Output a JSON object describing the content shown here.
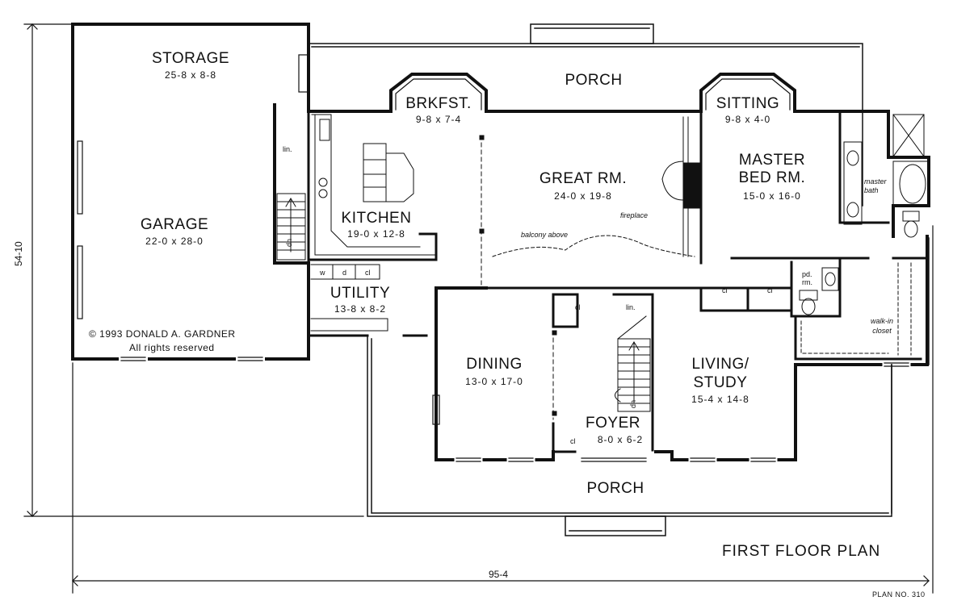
{
  "plan_title": "FIRST FLOOR PLAN",
  "plan_number": "PLAN NO. 310",
  "copyright": {
    "line1": "© 1993 DONALD A. GARDNER",
    "line2": "All rights reserved"
  },
  "dimensions": {
    "overall_depth": "54-10",
    "overall_width": "95-4"
  },
  "rooms": {
    "storage": {
      "name": "STORAGE",
      "dims": "25-8 x 8-8"
    },
    "garage": {
      "name": "GARAGE",
      "dims": "22-0 x 28-0"
    },
    "kitchen": {
      "name": "KITCHEN",
      "dims": "19-0 x 12-8"
    },
    "utility": {
      "name": "UTILITY",
      "dims": "13-8 x 8-2"
    },
    "brkfst": {
      "name": "BRKFST.",
      "dims": "9-8 x 7-4"
    },
    "great_rm": {
      "name": "GREAT RM.",
      "dims": "24-0 x 19-8"
    },
    "sitting": {
      "name": "SITTING",
      "dims": "9-8 x 4-0"
    },
    "master": {
      "name1": "MASTER",
      "name2": "BED RM.",
      "dims": "15-0 x 16-0"
    },
    "dining": {
      "name": "DINING",
      "dims": "13-0 x 17-0"
    },
    "foyer": {
      "name": "FOYER",
      "dims": "8-0 x 6-2"
    },
    "living": {
      "name1": "LIVING/",
      "name2": "STUDY",
      "dims": "15-4 x 14-8"
    },
    "porch_rear": {
      "name": "PORCH"
    },
    "porch_front": {
      "name": "PORCH"
    }
  },
  "notes": {
    "balcony": "balcony above",
    "fireplace": "fireplace",
    "master_bath": "master bath",
    "walk_in": "walk-in closet",
    "w": "w",
    "d": "d",
    "cl": "cl",
    "pd": "pd.",
    "rm": "rm.",
    "up": "up",
    "lin": "lin."
  }
}
